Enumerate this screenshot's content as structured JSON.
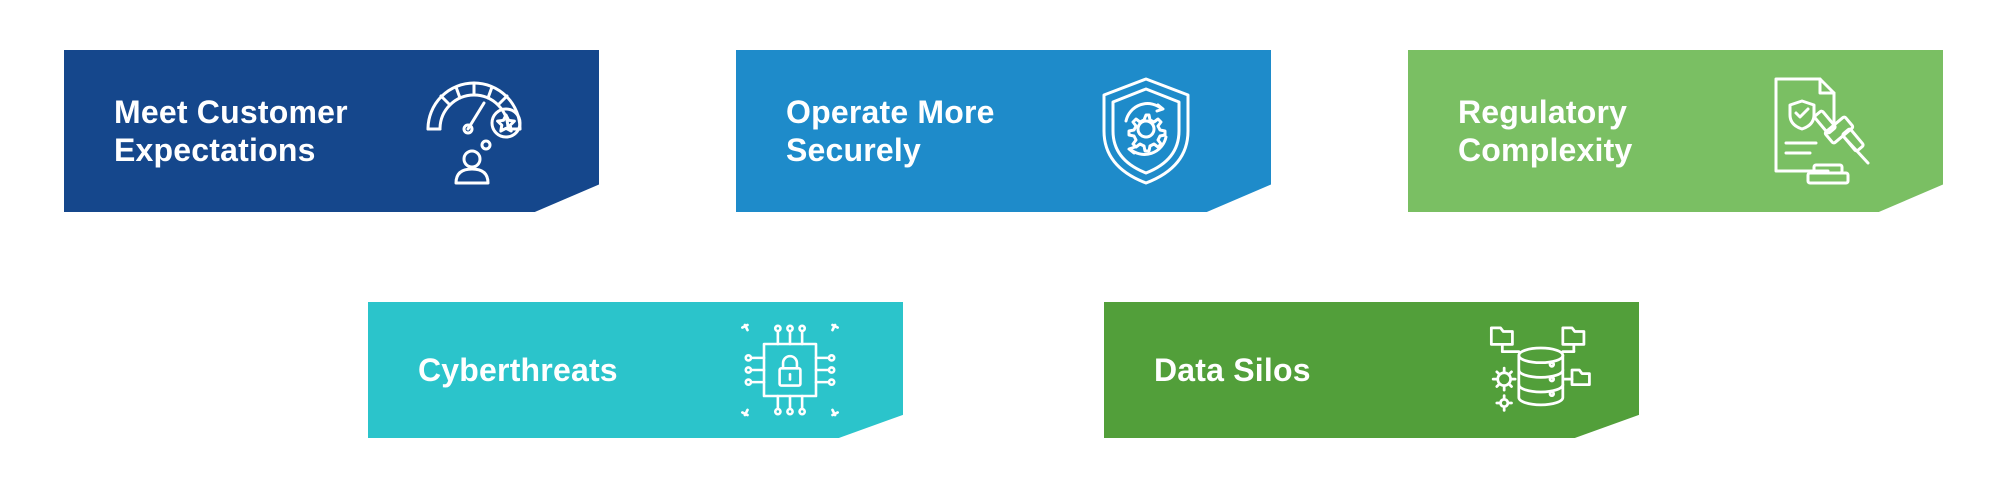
{
  "cards": [
    {
      "title": "Meet Customer\nExpectations",
      "color": "#15478c",
      "icon": "customer-satisfaction-gauge-icon"
    },
    {
      "title": "Operate More\nSecurely",
      "color": "#1e8bca",
      "icon": "shield-gear-icon"
    },
    {
      "title": "Regulatory\nComplexity",
      "color": "#7abf63",
      "icon": "legal-document-gavel-icon"
    },
    {
      "title": "Cyberthreats",
      "color": "#2bc4cb",
      "icon": "circuit-lock-icon"
    },
    {
      "title": "Data Silos",
      "color": "#529f3a",
      "icon": "database-folders-icon"
    }
  ]
}
